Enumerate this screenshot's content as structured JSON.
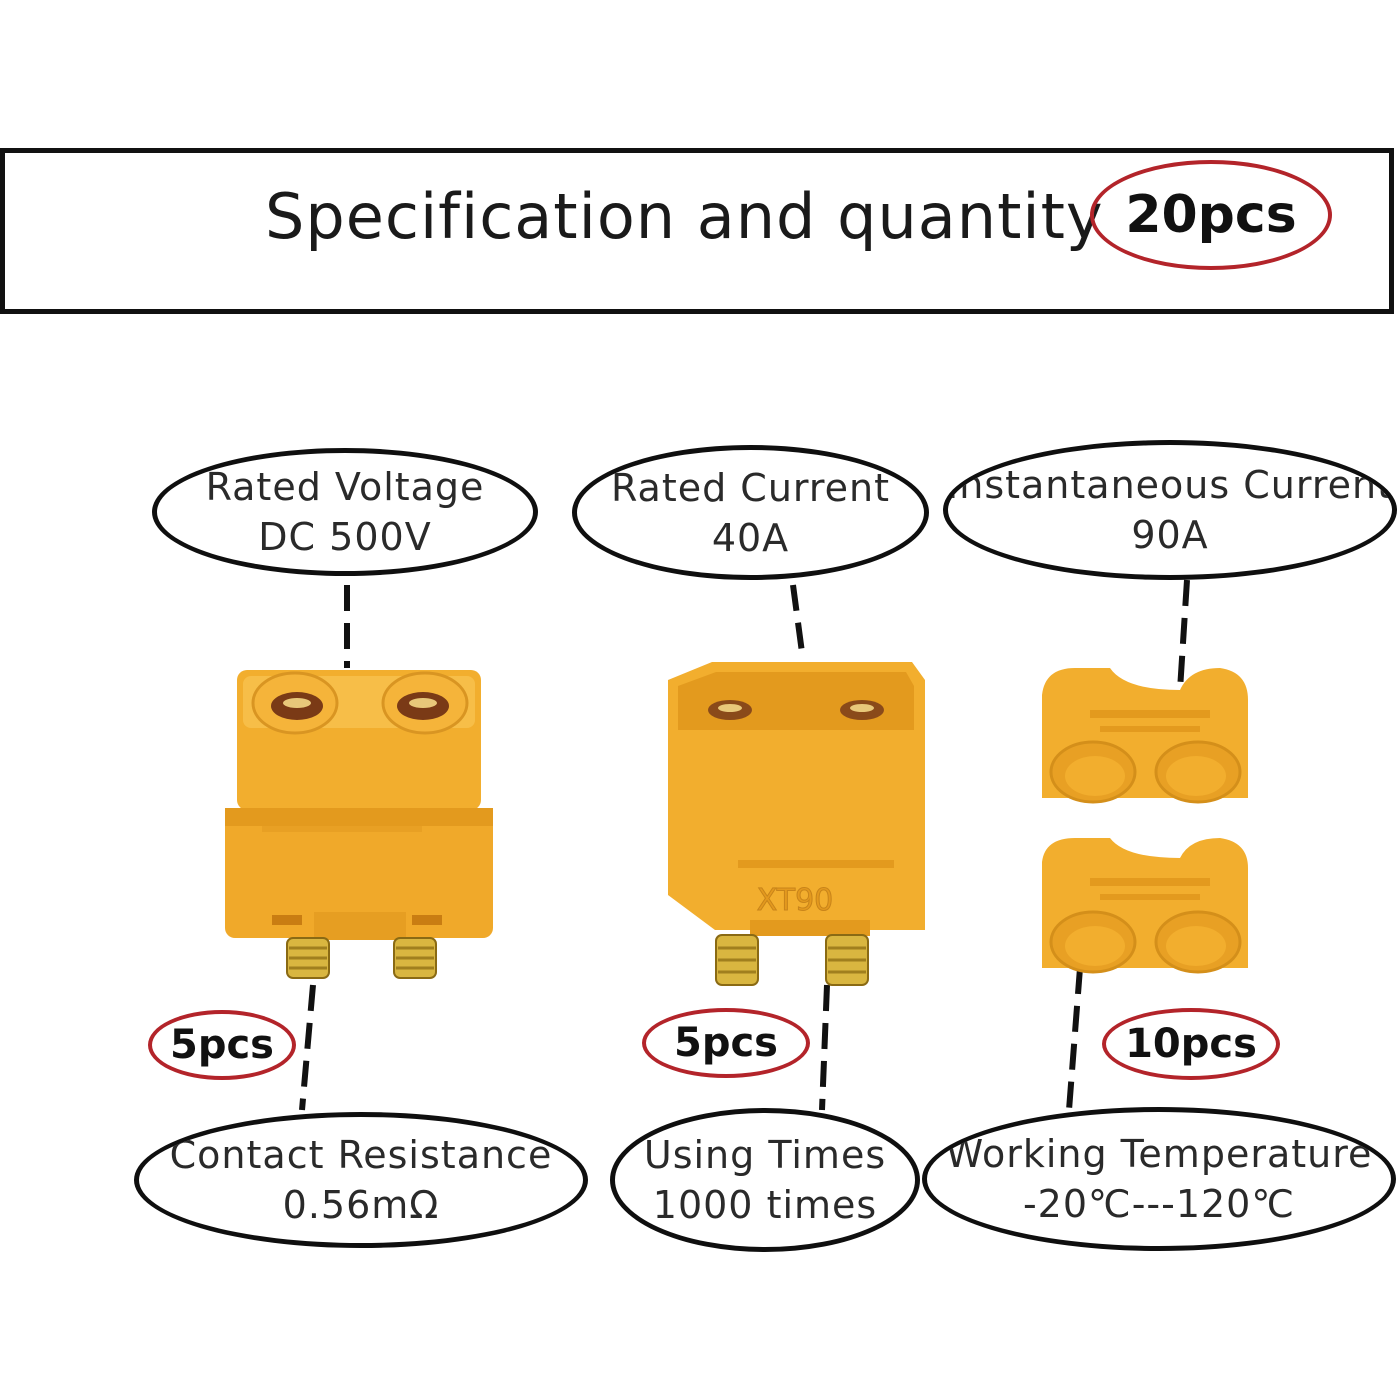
{
  "header": {
    "title": "Specification and quantity",
    "total_quantity": "20pcs"
  },
  "specs": {
    "rated_voltage": {
      "label": "Rated Voltage",
      "value": "DC 500V"
    },
    "rated_current": {
      "label": "Rated Current",
      "value": "40A"
    },
    "instantaneous_current": {
      "label": "Instantaneous Current",
      "value": "90A"
    },
    "contact_resistance": {
      "label": "Contact Resistance",
      "value": "0.56mΩ"
    },
    "using_times": {
      "label": "Using Times",
      "value": "1000 times"
    },
    "working_temperature": {
      "label": "Working Temperature",
      "value": "-20℃---120℃"
    }
  },
  "quantities": {
    "female": "5pcs",
    "male": "5pcs",
    "caps": "10pcs"
  },
  "product": {
    "male_marking": "XT90"
  },
  "colors": {
    "connector_body": "#F2AE2E",
    "connector_shadow": "#D98E17",
    "quantity_ring": "#B3242A",
    "gold_pin": "#D9B640"
  }
}
